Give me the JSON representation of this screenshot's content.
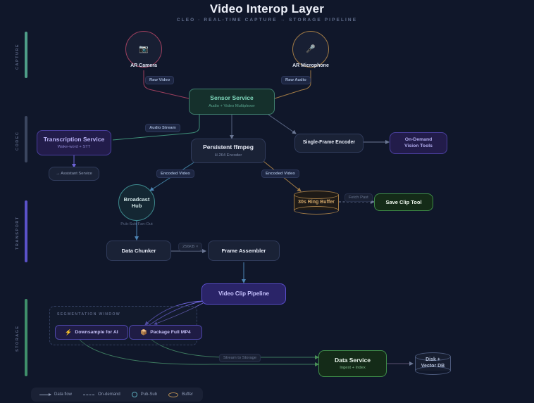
{
  "header": {
    "title": "Video Interop Layer",
    "subtitle": "CLEO · REAL-TIME CAPTURE → STORAGE PIPELINE"
  },
  "sections": [
    {
      "id": "capture",
      "label": "CAPTURE",
      "color": "#4e9e88"
    },
    {
      "id": "codec",
      "label": "CODEC",
      "color": "#3b465f"
    },
    {
      "id": "transport",
      "label": "TRANSPORT",
      "color": "#5b52c9"
    },
    {
      "id": "storage",
      "label": "STORAGE",
      "color": "#3f8f6a"
    }
  ],
  "nodes": {
    "ar_camera": {
      "caption": "AR Camera",
      "icon": "📷",
      "border": "#9e3f5e"
    },
    "ar_microphone": {
      "caption": "AR Microphone",
      "icon": "🎤",
      "border": "#a07a45"
    },
    "sensor_service": {
      "title": "Sensor Service",
      "sub": "Audio + Video Multiplexer"
    },
    "transcription": {
      "title": "Transcription Service",
      "sub": "Wake-word + STT"
    },
    "assistant": {
      "label": "→ Assistant Service"
    },
    "ffmpeg": {
      "title": "Persistent ffmpeg",
      "sub": "H.264 Encoder"
    },
    "single_frame": {
      "title": "Single-Frame Encoder"
    },
    "vision_tools": {
      "title": "On-Demand",
      "sub2": "Vision Tools"
    },
    "broadcast_hub": {
      "title": "Broadcast",
      "title2": "Hub",
      "caption": "Pub-Sub Fan-Out"
    },
    "ring_buffer": {
      "title": "30s Ring Buffer",
      "border": "#a07a45"
    },
    "save_clip": {
      "title": "Save Clip Tool"
    },
    "data_chunker": {
      "title": "Data Chunker"
    },
    "frame_assembler": {
      "title": "Frame Assembler"
    },
    "video_clip": {
      "title": "Video Clip Pipeline"
    },
    "data_service": {
      "title": "Data Service",
      "sub": "Ingest + Index"
    },
    "disk_db": {
      "title": "Disk +",
      "title2": "Vector DB",
      "border": "#4a587a"
    }
  },
  "group": {
    "segmentation_label": "SEGMENTATION WINDOW",
    "pills": [
      {
        "icon": "⚡",
        "label": "Downsample for AI"
      },
      {
        "icon": "📦",
        "label": "Package Full MP4"
      }
    ]
  },
  "edge_labels": {
    "raw_video": "Raw Video",
    "raw_audio": "Raw Audio",
    "audio_stream": "Audio Stream",
    "encoded_video_left": "Encoded Video",
    "encoded_video_right": "Encoded Video",
    "fetch_past": "Fetch Past",
    "chunk_size": "256KB ×",
    "stream_to_storage": "Stream to Storage"
  },
  "legend": [
    {
      "marker": "arrow-line-icon",
      "label": "Data flow"
    },
    {
      "marker": "dashed-line-icon",
      "label": "On-demand"
    },
    {
      "marker": "circle-icon",
      "label": "Pub-Sub"
    },
    {
      "marker": "ellipse-icon",
      "label": "Buffer"
    }
  ],
  "colors": {
    "background": "#10172a",
    "teal": "#4e9e88",
    "indigo": "#5b52c9",
    "green": "#3f8f4a",
    "amber": "#a07a45",
    "crimson": "#9e3f5e"
  }
}
